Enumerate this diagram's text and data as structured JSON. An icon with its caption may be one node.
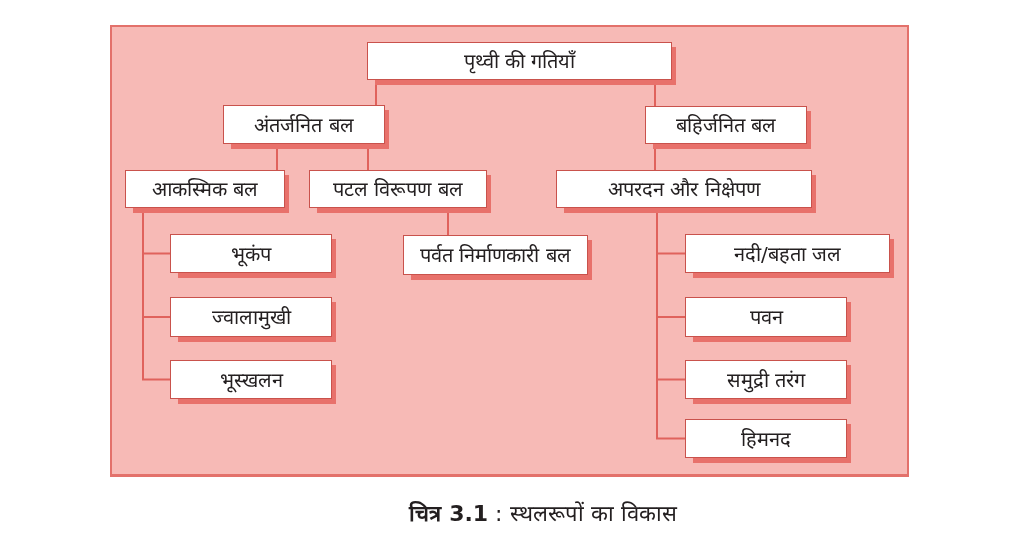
{
  "diagram": {
    "caption": "**चित्र 3.1** : स्थलरूपों का विकास",
    "nodes": [
      {
        "text": [
          "पृथ्वी की गतियाँ"
        ]
      },
      {
        "text": [
          "अंतर्जनित बल"
        ]
      },
      {
        "text": [
          "बहिर्जनित बल"
        ]
      },
      {
        "text": [
          "आकस्मिक बल"
        ]
      },
      {
        "text": [
          "पटल विरूपण बल"
        ]
      },
      {
        "text": [
          "अपरदन और निक्षेपण"
        ]
      },
      {
        "text": [
          "भूकंप"
        ]
      },
      {
        "text": [
          "ज्वालामुखी"
        ]
      },
      {
        "text": [
          "भूस्खलन"
        ]
      },
      {
        "text": [
          "पर्वत निर्माणकारी बल"
        ]
      },
      {
        "text": [
          "नदी/बहता जल"
        ]
      },
      {
        "text": [
          "पवन"
        ]
      },
      {
        "text": [
          "समुद्री तरंग"
        ]
      },
      {
        "text": [
          "हिमनद"
        ]
      }
    ],
    "edges": [
      {
        "from": 0,
        "to": 1,
        "arrow": "none"
      },
      {
        "from": 0,
        "to": 2,
        "arrow": "none"
      },
      {
        "from": 1,
        "to": 3,
        "arrow": "none"
      },
      {
        "from": 1,
        "to": 4,
        "arrow": "none"
      },
      {
        "from": 2,
        "to": 5,
        "arrow": "none"
      },
      {
        "from": 3,
        "to": 6,
        "arrow": "none"
      },
      {
        "from": 3,
        "to": 7,
        "arrow": "none"
      },
      {
        "from": 3,
        "to": 8,
        "arrow": "none"
      },
      {
        "from": 4,
        "to": 9,
        "arrow": "none"
      },
      {
        "from": 5,
        "to": 10,
        "arrow": "none"
      },
      {
        "from": 5,
        "to": 11,
        "arrow": "none"
      },
      {
        "from": 5,
        "to": 12,
        "arrow": "none"
      },
      {
        "from": 5,
        "to": 13,
        "arrow": "none"
      }
    ]
  }
}
